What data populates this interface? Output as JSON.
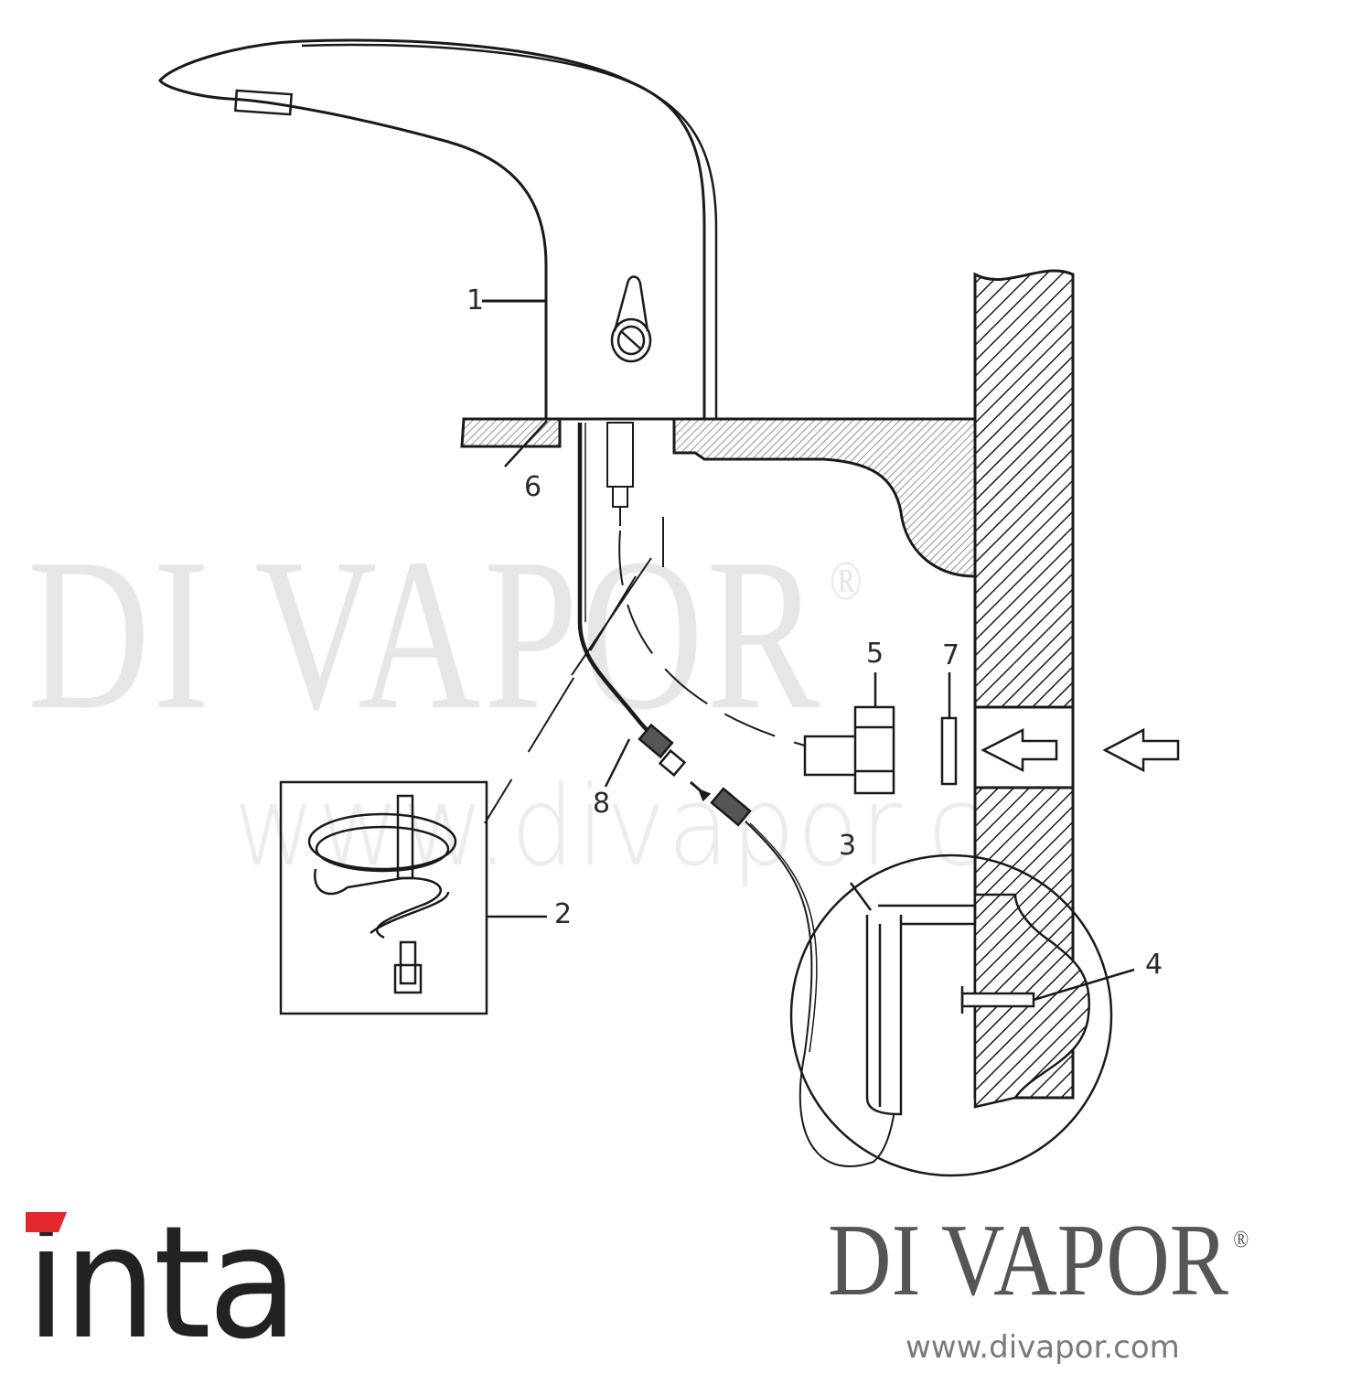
{
  "diagram": {
    "type": "exploded installation parts diagram",
    "subject": "sensor basin tap installation",
    "callouts": [
      {
        "id": "1",
        "label": "1",
        "target": "tap body"
      },
      {
        "id": "2",
        "label": "2",
        "target": "fixing kit (clamp ring with threaded stud)"
      },
      {
        "id": "3",
        "label": "3",
        "target": "control box"
      },
      {
        "id": "4",
        "label": "4",
        "target": "wall fixing screw and plug"
      },
      {
        "id": "5",
        "label": "5",
        "target": "solenoid valve"
      },
      {
        "id": "6",
        "label": "6",
        "target": "sensor cable"
      },
      {
        "id": "7",
        "label": "7",
        "target": "filter"
      },
      {
        "id": "8",
        "label": "8",
        "target": "cable connector"
      }
    ],
    "flow_arrows": [
      "water-inlet-arrow-inner",
      "water-inlet-arrow-outer"
    ]
  },
  "watermark": {
    "text": "DI VAPOR",
    "registered": "®",
    "url": "www.divapor.co"
  },
  "branding": {
    "manufacturer_logo": "inta",
    "manufacturer_accent_color": "#e2272d",
    "retailer_logo": "DI VAPOR",
    "retailer_registered": "®",
    "retailer_url": "www.divapor.com",
    "retailer_color": "#555555"
  },
  "colors": {
    "line": "#1a1a1a",
    "watermark": "#e6e6e6",
    "background": "#ffffff"
  }
}
